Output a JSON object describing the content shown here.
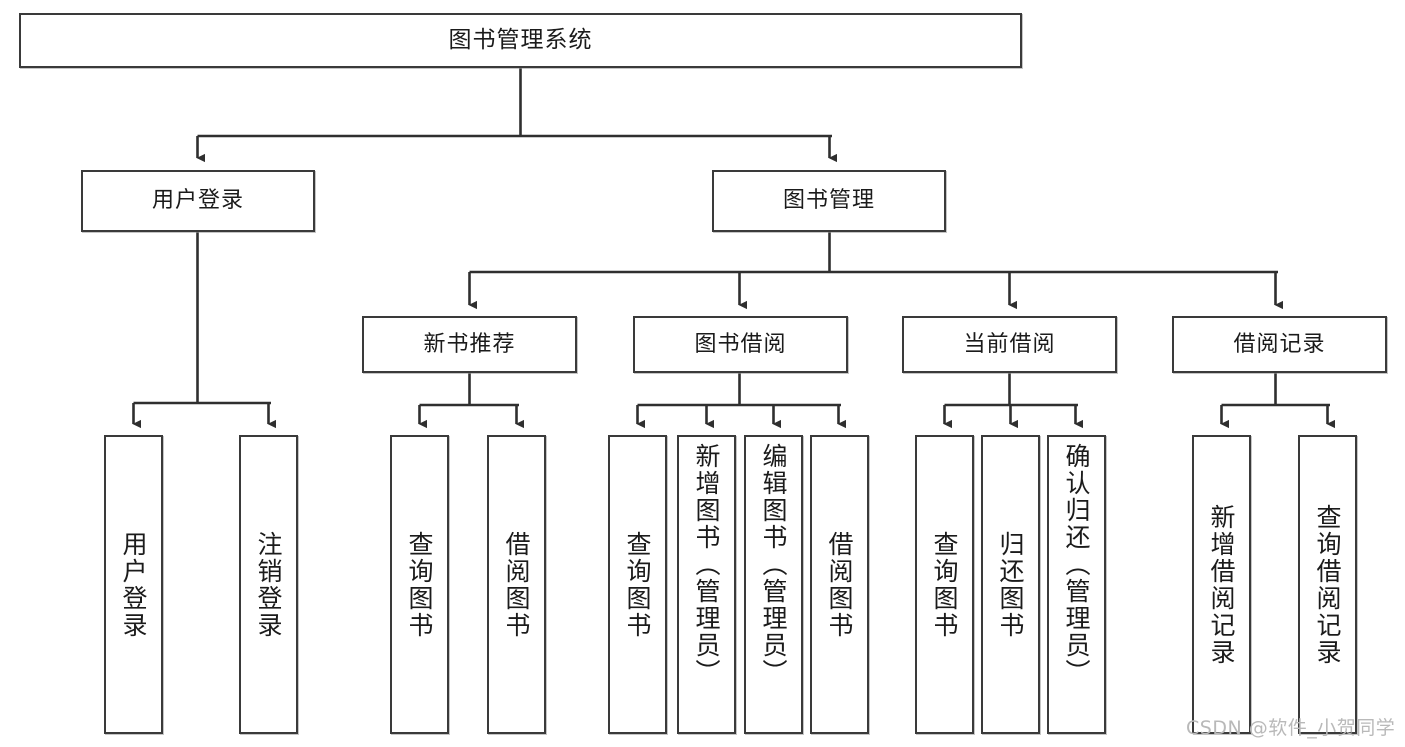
{
  "diagram": {
    "title": "图书管理系统",
    "type": "tree",
    "watermark": "CSDN @软件_小贺同学",
    "colors": {
      "box_border": "#3a3a3a",
      "box_fill": "#ffffff",
      "connector": "#2f2f2f",
      "text": "#1b1b1b",
      "watermark": "#b9b9b9"
    }
  },
  "root": {
    "label": "图书管理系统"
  },
  "level2": [
    {
      "label": "用户登录"
    },
    {
      "label": "图书管理"
    }
  ],
  "level3": [
    {
      "label": "新书推荐"
    },
    {
      "label": "图书借阅"
    },
    {
      "label": "当前借阅"
    },
    {
      "label": "借阅记录"
    }
  ],
  "leaves": {
    "user_login": [
      {
        "label": "用户登录"
      },
      {
        "label": "注销登录"
      }
    ],
    "new_book": [
      {
        "label": "查询图书"
      },
      {
        "label": "借阅图书"
      }
    ],
    "borrow": [
      {
        "label": "查询图书"
      },
      {
        "label": "新增图书（管理员）"
      },
      {
        "label": "编辑图书（管理员）"
      },
      {
        "label": "借阅图书"
      }
    ],
    "current": [
      {
        "label": "查询图书"
      },
      {
        "label": "归还图书"
      },
      {
        "label": "确认归还（管理员）"
      }
    ],
    "records": [
      {
        "label": "新增借阅记录"
      },
      {
        "label": "查询借阅记录"
      }
    ]
  }
}
